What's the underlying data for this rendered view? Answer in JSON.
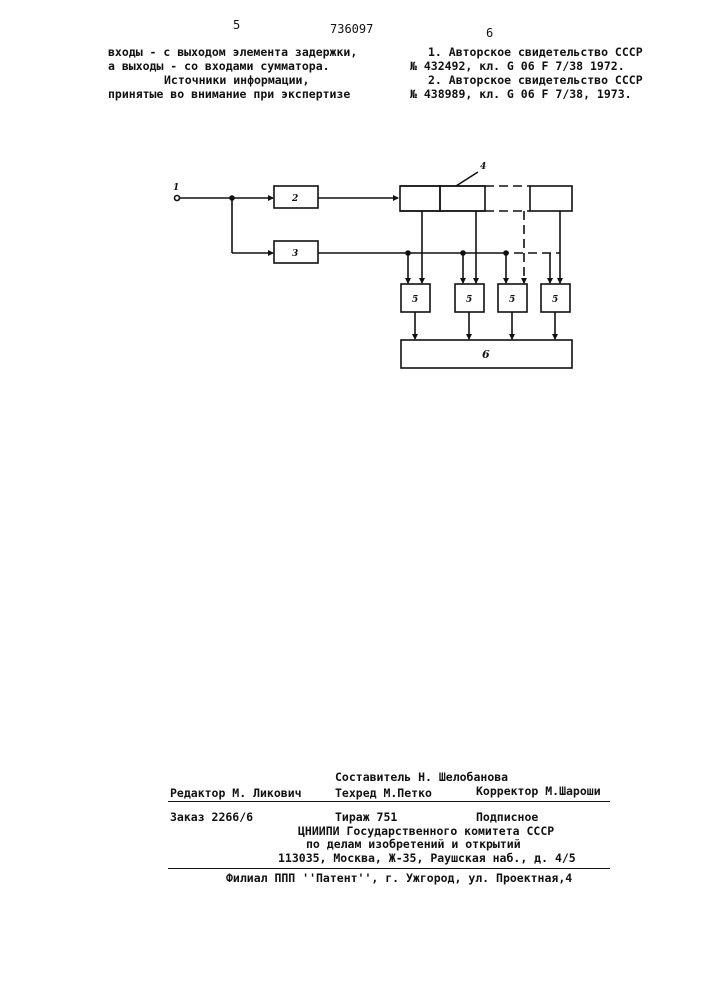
{
  "header": {
    "page_left": "5",
    "patent_number": "736097",
    "page_right": "6"
  },
  "left_column": {
    "line1": "входы - с выходом элемента задержки,",
    "line2": "а выходы - со входами сумматора.",
    "line3": "Источники информации,",
    "line4": "принятые во внимание при экспертизе"
  },
  "right_column": {
    "ref1_line1": "1. Авторское свидетельство СССР",
    "ref1_line2": "№ 432492, кл. G 06 F 7/38  1972.",
    "ref2_line1": "2. Авторское свидетельство СССР",
    "ref2_line2": "№ 438989, кл. G 06 F 7/38, 1973."
  },
  "diagram": {
    "input_label": "1",
    "block2": "2",
    "block3": "3",
    "register_label": "4",
    "mult_label": "5",
    "adder_label": "6"
  },
  "footer": {
    "compiler": "Составитель Н. Шелобанова",
    "editor": "Редактор  М. Ликович",
    "techred": "Техред М.Петко",
    "corrector": "Корректор  М.Шароши",
    "order": "Заказ 2266/6",
    "circulation": "Тираж  751",
    "subscription": "Подписное",
    "org_line1": "ЦНИИПИ Государственного комитета СССР",
    "org_line2": "по делам изобретений и открытий",
    "org_line3": "113035, Москва, Ж-35, Раушская наб., д. 4/5",
    "branch": "Филиал ППП ''Патент'', г. Ужгород, ул. Проектная,4"
  }
}
